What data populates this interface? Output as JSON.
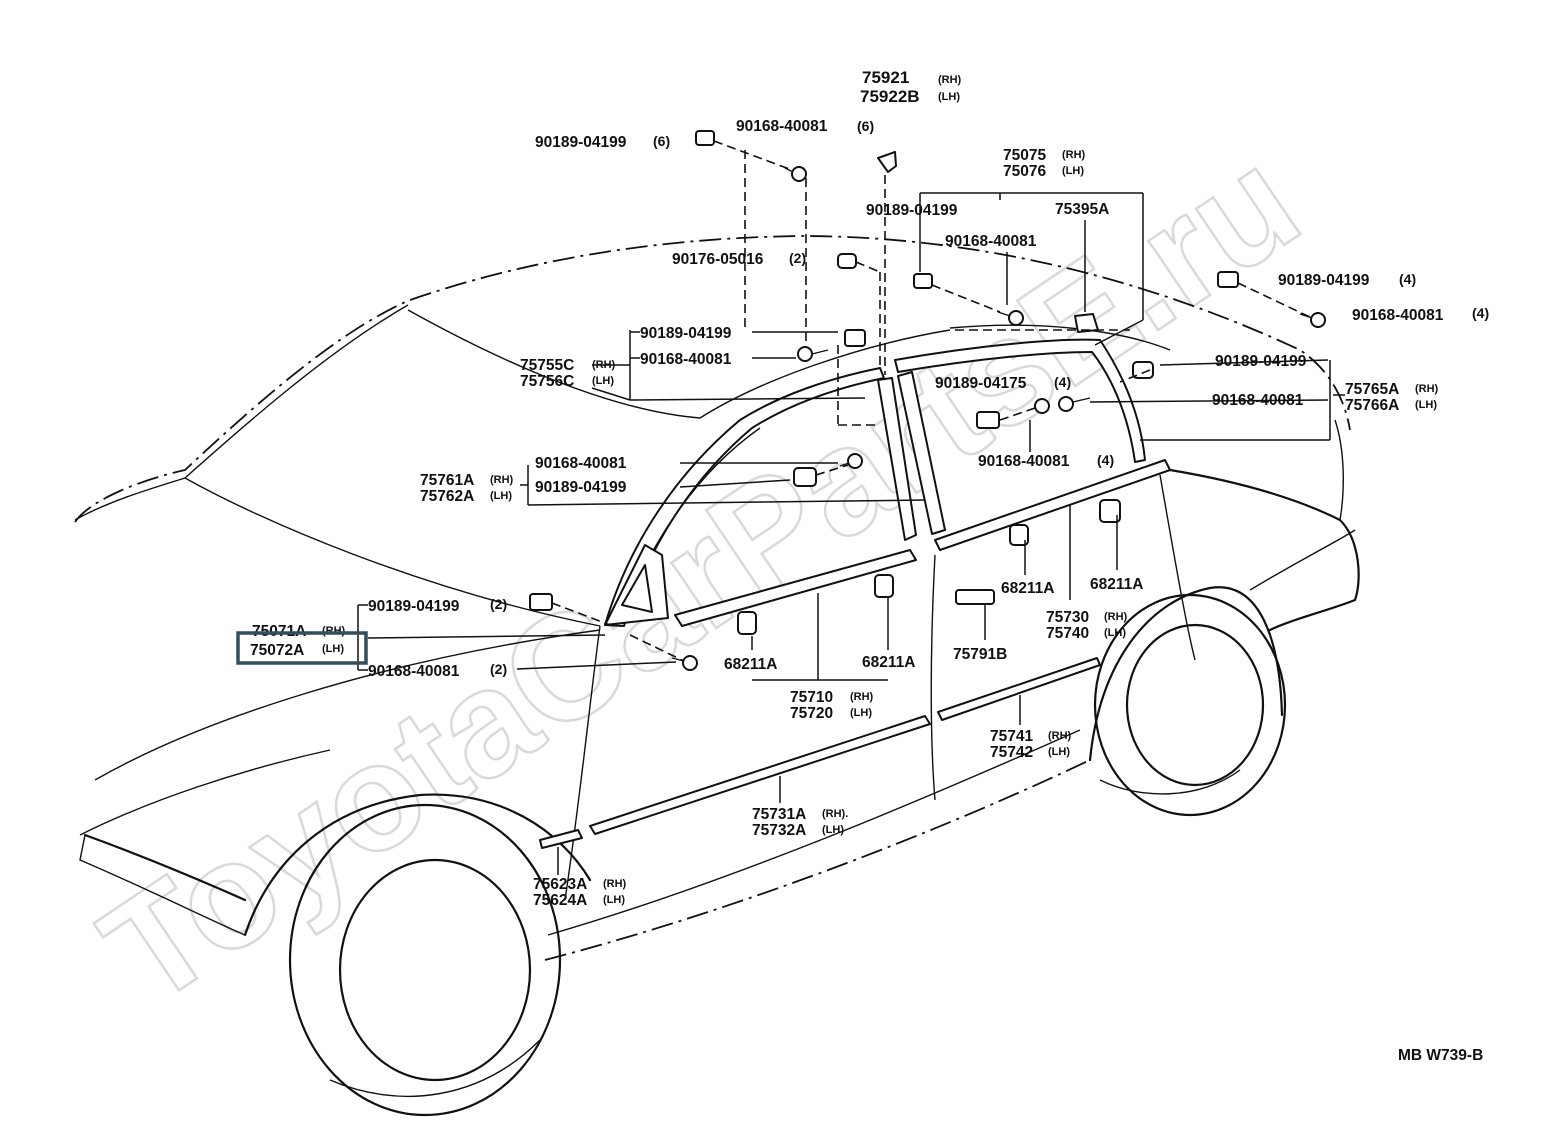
{
  "diagram": {
    "code": "MB  W739-B",
    "watermark": "ToyotaCarPartsE.ru",
    "highlighted_part": "75072A",
    "labels": {
      "p75921": "75921",
      "p75922b": "75922B",
      "rh": "(RH)",
      "lh": "(LH)",
      "rh_dot": "(RH).",
      "p90189_top_left": "90189-04199",
      "q6a": "(6)",
      "p90168_top": "90168-40081",
      "q6b": "(6)",
      "p75075": "75075",
      "p75076": "75076",
      "p90189_mid": "90189-04199",
      "p75395a": "75395A",
      "p90168_mid": "90168-40081",
      "p90176": "90176-05016",
      "q2a": "(2)",
      "p90189_right": "90189-04199",
      "q4a": "(4)",
      "p90168_right": "90168-40081",
      "q4b": "(4)",
      "p90189_b": "90189-04199",
      "p90168_b": "90168-40081",
      "p75755c": "75755C",
      "p75756c": "75756C",
      "p90189_r2": "90189-04199",
      "p75765a": "75765A",
      "p75766a": "75766A",
      "p90189_04175": "90189-04175",
      "q4c": "(4)",
      "p90168_r3": "90168-40081",
      "p90168_c": "90168-40081",
      "p75761a": "75761A",
      "p75762a": "75762A",
      "p90189_c": "90189-04199",
      "p90168_d": "90168-40081",
      "q4d": "(4)",
      "p68211a_1": "68211A",
      "p68211a_2": "68211A",
      "p75730": "75730",
      "p75740": "75740",
      "p90189_d": "90189-04199",
      "q2b": "(2)",
      "p75071a": "75071A",
      "p75072a": "75072A",
      "p90168_e": "90168-40081",
      "q2c": "(2)",
      "p75791b": "75791B",
      "p68211a_3": "68211A",
      "p68211a_4": "68211A",
      "p75710": "75710",
      "p75720": "75720",
      "p75741": "75741",
      "p75742": "75742",
      "p75731a": "75731A",
      "p75732a": "75732A",
      "p75623a": "75623A",
      "p75624a": "75624A"
    }
  }
}
